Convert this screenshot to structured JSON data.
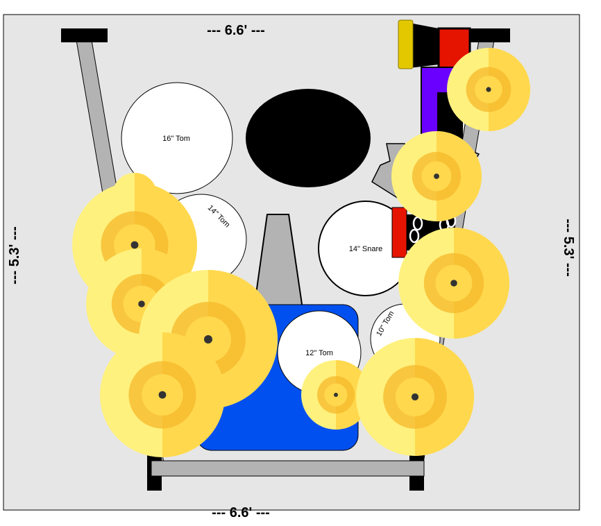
{
  "dimensions": {
    "top": "--- 6.6' ---",
    "bottom": "--- 6.6' ---",
    "left": "--- 5.3' ---",
    "right": "--- 5.3' ---"
  },
  "drums": {
    "tom16": "16\" Tom",
    "tom14": "14\" Tom",
    "snare14": "14\" Snare",
    "tom12": "12\" Tom",
    "tom10": "10\" Tom"
  },
  "colors": {
    "background": "#e6e6e6",
    "rack": "#b3b3b3",
    "bass_drum": "#0050ef",
    "throne": "#000000",
    "cymbal_light": "#fff17e",
    "cymbal_mid": "#ffd84d",
    "cymbal_dark": "#f6b82b",
    "pedal_red": "#e51400",
    "pedal_purple": "#6a00ff",
    "pedal_yellow": "#e3c800"
  }
}
